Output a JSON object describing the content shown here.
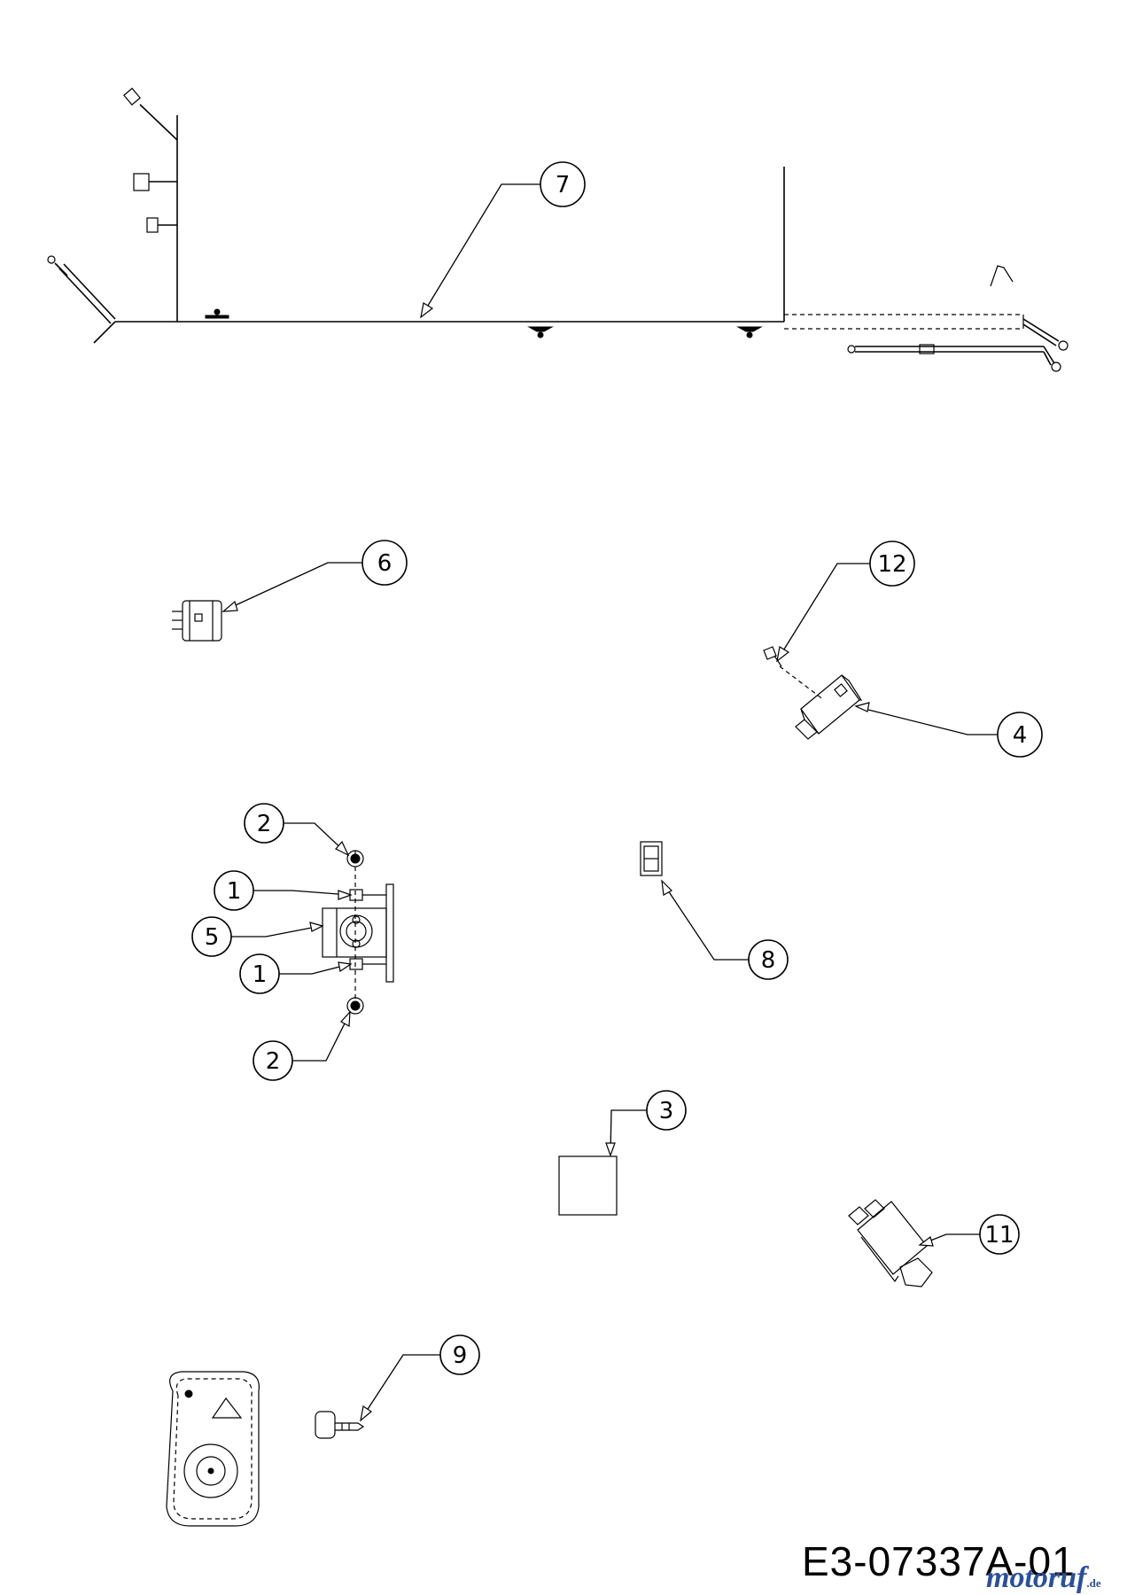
{
  "callouts": [
    {
      "id": "callout-7",
      "label": "7"
    },
    {
      "id": "callout-6",
      "label": "6"
    },
    {
      "id": "callout-12",
      "label": "12"
    },
    {
      "id": "callout-4",
      "label": "4"
    },
    {
      "id": "callout-2a",
      "label": "2"
    },
    {
      "id": "callout-1a",
      "label": "1"
    },
    {
      "id": "callout-5",
      "label": "5"
    },
    {
      "id": "callout-1b",
      "label": "1"
    },
    {
      "id": "callout-2b",
      "label": "2"
    },
    {
      "id": "callout-8",
      "label": "8"
    },
    {
      "id": "callout-3",
      "label": "3"
    },
    {
      "id": "callout-11",
      "label": "11"
    },
    {
      "id": "callout-9",
      "label": "9"
    }
  ],
  "drawing_code": "E3-07337A-01",
  "watermark": {
    "brand": "motoruf",
    "suffix": ".de"
  }
}
